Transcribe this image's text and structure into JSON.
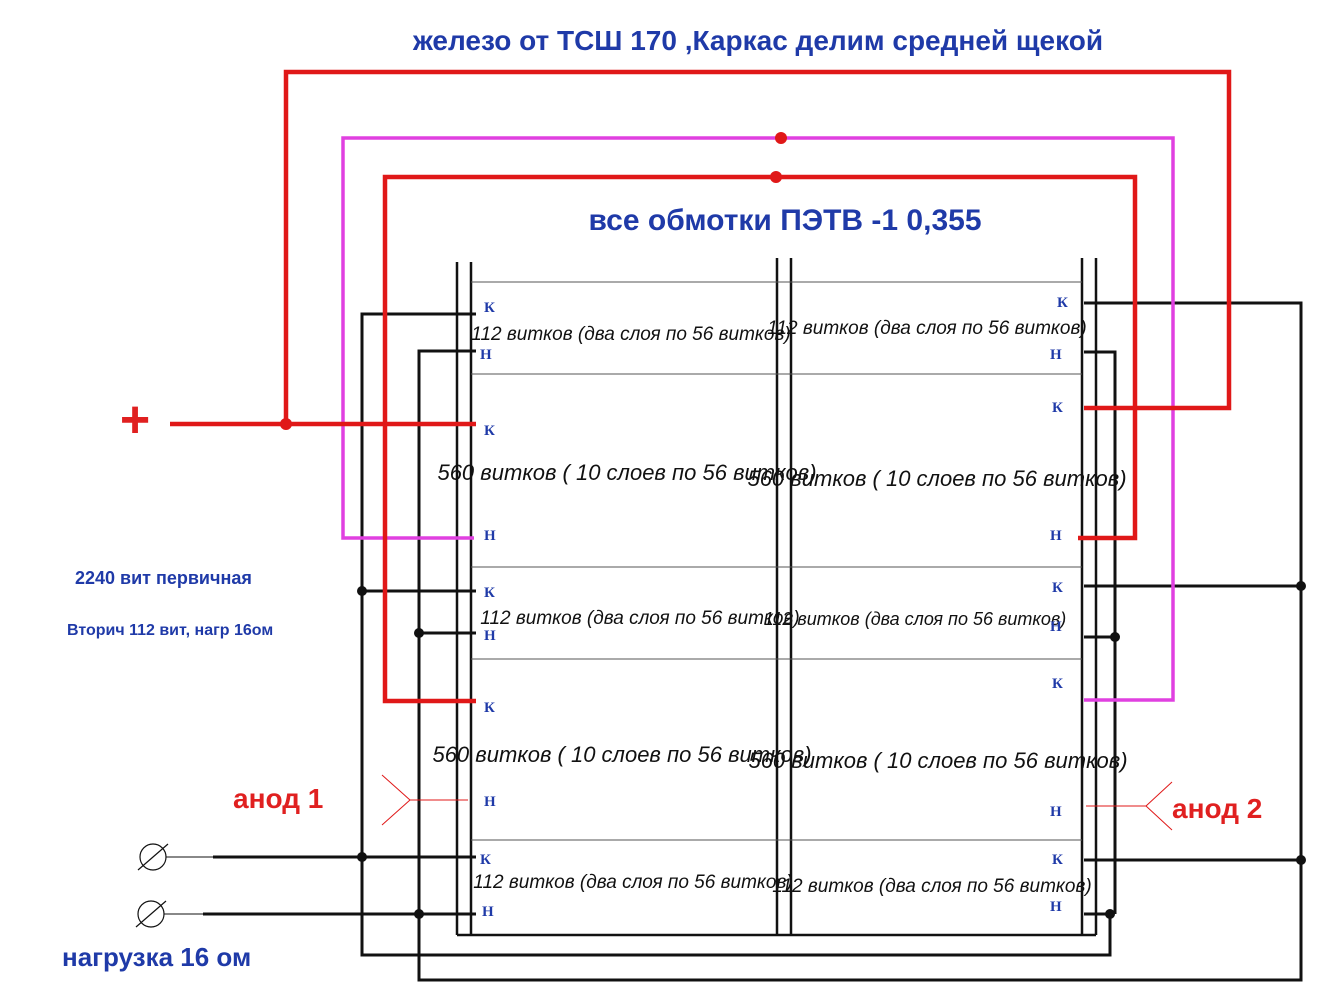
{
  "title": "железо от ТСШ 170 ,Каркас делим средней щекой",
  "subtitle": "все обмотки  ПЭТВ -1   0,355",
  "notes": {
    "primary": "2240 вит первичная",
    "secondary": "Вторич 112 вит, нагр 16ом"
  },
  "plus_sign": "+",
  "anode1": "анод 1",
  "anode2": "анод 2",
  "load_label": "нагрузка 16 ом",
  "terminal_k": "К",
  "terminal_h": "Н",
  "sections": {
    "s112": "112 витков  (два слоя по 56 витков)",
    "s560": "560 витков  ( 10 слоев по 56 витков)"
  },
  "colors": {
    "title": "#1f3aa8",
    "red": "#e01818",
    "magenta": "#e040e0",
    "black": "#111111"
  }
}
